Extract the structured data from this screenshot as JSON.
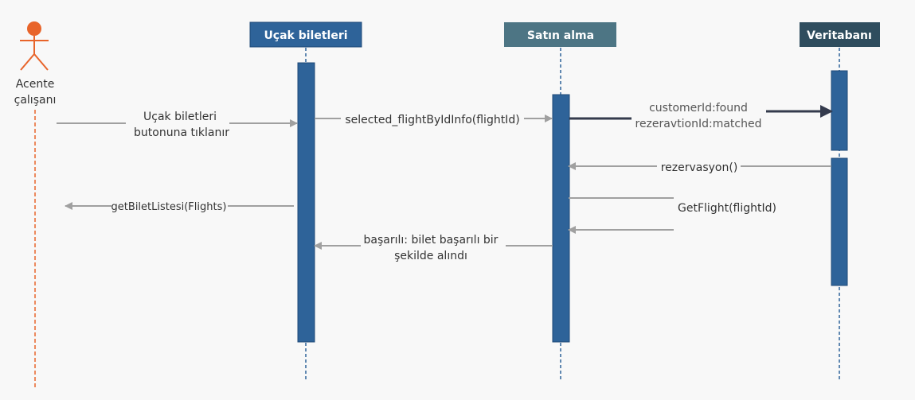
{
  "actor": {
    "label_line1": "Acente",
    "label_line2": "çalışanı",
    "color": "#e8642a"
  },
  "participants": [
    {
      "id": "ucak",
      "label": "Uçak biletleri",
      "color": "#2e6399"
    },
    {
      "id": "satin",
      "label": "Satın alma",
      "color": "#4d7584"
    },
    {
      "id": "veri",
      "label": "Veritabanı",
      "color": "#2f4d5e"
    }
  ],
  "messages": {
    "m1_line1": "Uçak biletleri",
    "m1_line2": "butonuna tıklanır",
    "m2": "selected_flightByIdInfo(flightId)",
    "m3_line1": "customerId:found",
    "m3_line2": "rezeravtionId:matched",
    "m4": "rezervasyon()",
    "m5": "getBiletListesi(Flights)",
    "m6": "GetFlight(flightId)",
    "m7_line1": "başarılı: bilet başarılı bir",
    "m7_line2": "şekilde alındı"
  },
  "colors": {
    "activation": "#2e6399",
    "arrow": "#a0a0a0",
    "strong_arrow": "#343b4d",
    "lifeline": "#2e6399"
  }
}
